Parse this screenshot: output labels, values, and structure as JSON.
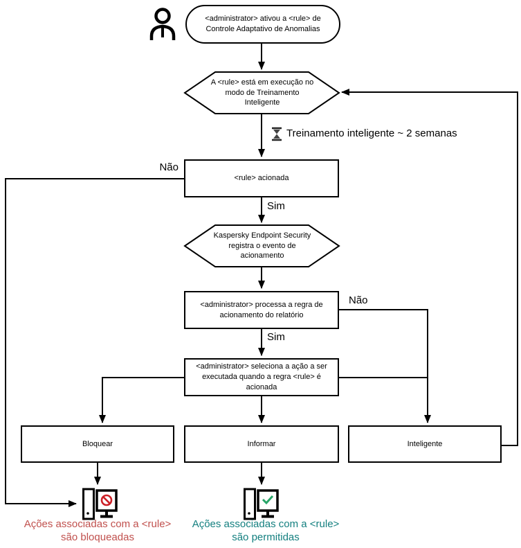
{
  "diagram_title": "Adaptive Anomaly Control rule flowchart",
  "colors": {
    "stroke": "#000000",
    "blocked_caption": "#c0504d",
    "allowed_caption": "#137f7f",
    "prohibition_icon": "#cc2027",
    "check_icon": "#27a567"
  },
  "icons": [
    "user-icon",
    "hourglass-icon",
    "blocked-computer-icon",
    "prohibition-icon",
    "allowed-computer-icon",
    "check-icon"
  ],
  "nodes": {
    "start": "<administrator> ativou a <rule> de Controle Adaptativo de Anomalias",
    "training_mode": "A <rule> está em execução no modo de Treinamento Inteligente",
    "rule_triggered": "<rule> acionada",
    "registers_event": "Kaspersky Endpoint Security registra o evento de acionamento",
    "processes_rule": "<administrator> processa a regra de acionamento do relatório",
    "selects_action": "<administrator> seleciona a ação a ser executada quando a regra <rule> é acionada",
    "block": "Bloquear",
    "inform": "Informar",
    "smart": "Inteligente"
  },
  "labels": {
    "nao": "Não",
    "sim": "Sim",
    "training_duration": "Treinamento inteligente ~ 2 semanas"
  },
  "captions": {
    "blocked": "Ações associadas com a <rule> são bloqueadas",
    "allowed": "Ações associadas com a <rule> são permitidas"
  }
}
